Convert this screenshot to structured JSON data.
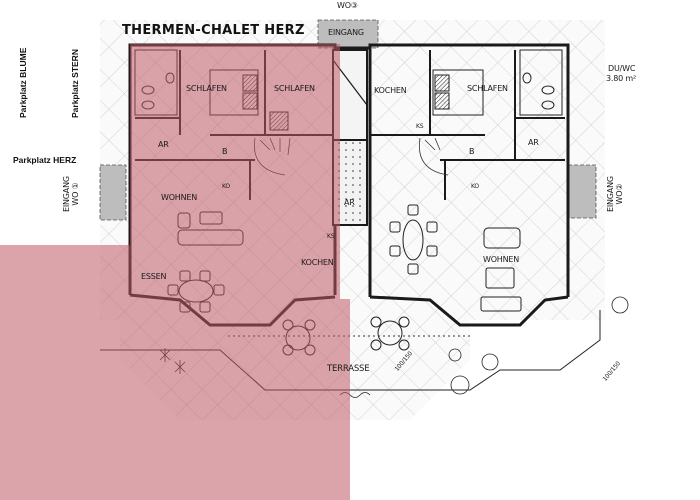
{
  "title": "THERMEN-CHALET HERZ",
  "parking": {
    "blume": "Parkplatz BLUME",
    "stern": "Parkplatz STERN",
    "herz": "Parkplatz HERZ"
  },
  "entrances": {
    "wo1": {
      "line1": "EINGANG",
      "line2": "WO ①"
    },
    "wo2": {
      "line1": "EINGANG",
      "line2": "WO②"
    },
    "wo3": {
      "label": "EINGANG",
      "unit": "WO③"
    }
  },
  "rooms_left": {
    "schlafen1": "SCHLAFEN",
    "schlafen2": "SCHLAFEN",
    "ar": "AR",
    "wohnen": "WOHNEN",
    "essen": "ESSEN",
    "kochen": "KOCHEN",
    "ks": "KS",
    "b": "B",
    "ko": "KO"
  },
  "rooms_middle": {
    "ar": "AR"
  },
  "rooms_right": {
    "kochen": "KOCHEN",
    "schlafen": "SCHLAFEN",
    "ar": "AR",
    "wohnen": "WOHNEN",
    "ks": "KS",
    "b": "B",
    "ko": "KO",
    "bath": {
      "label": "DU/WC",
      "area": "3.80 m²"
    }
  },
  "outdoor": {
    "terrace": "TERRASSE",
    "dim_a": "100/150",
    "dim_b": "100/150"
  },
  "colors": {
    "highlight": "#c98a90",
    "wall": "#1a1a1a",
    "paving": "#d8d8d8",
    "entrance_fill": "#b5b5b5"
  }
}
